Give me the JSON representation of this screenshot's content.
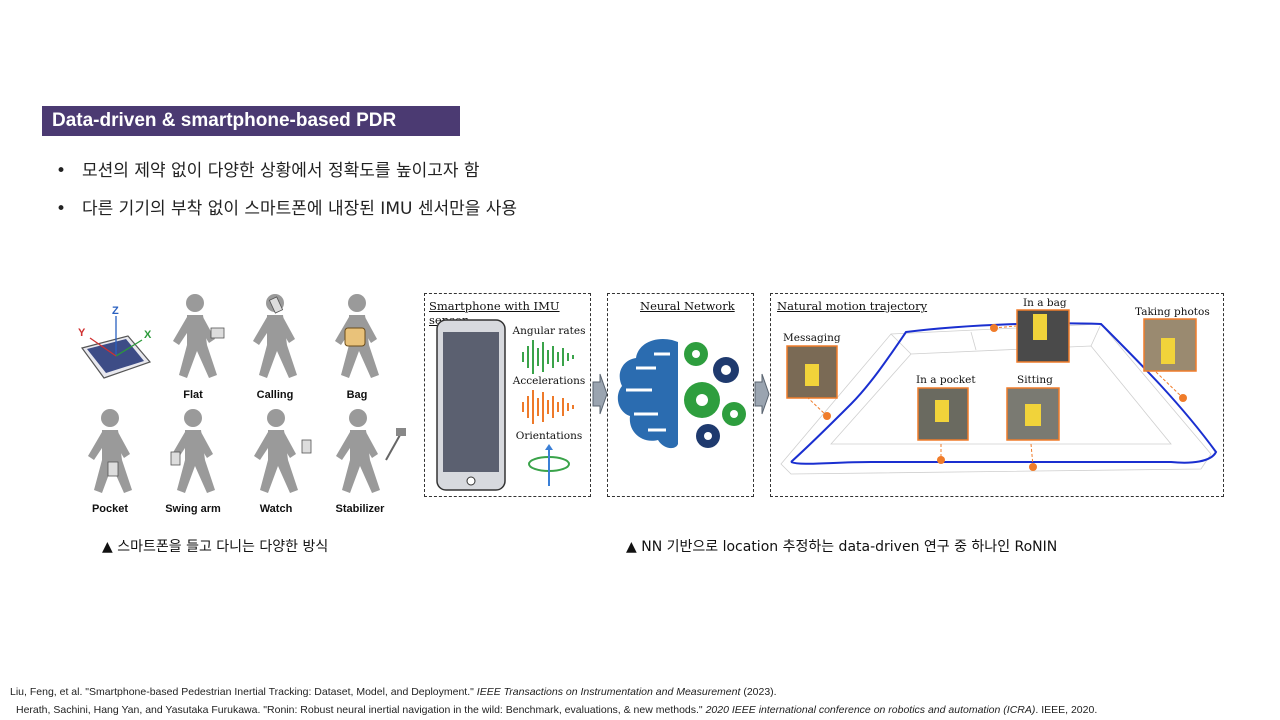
{
  "title": "Data-driven & smartphone-based PDR",
  "bullets": [
    "모션의 제약 없이 다양한 상황에서 정확도를 높이고자 함",
    "다른 기기의 부착 없이 스마트폰에 내장된 IMU 센서만을 사용"
  ],
  "left_figure": {
    "axes": {
      "x": "X",
      "y": "Y",
      "z": "Z"
    },
    "modes": [
      "Flat",
      "Calling",
      "Bag",
      "Pocket",
      "Swing arm",
      "Watch",
      "Stabilizer"
    ],
    "caption": "▲ 스마트폰을 들고 다니는 다양한 방식"
  },
  "right_figure": {
    "panel1_title": "Smartphone with IMU sensor",
    "signals": [
      "Angular rates",
      "Accelerations",
      "Orientations"
    ],
    "panel2_title": "Neural Network",
    "panel3_title": "Natural motion trajectory",
    "activities": [
      "Messaging",
      "In a bag",
      "Taking photos",
      "In a pocket",
      "Sitting"
    ],
    "caption": "▲ NN 기반으로 location 추정하는 data-driven 연구 중 하나인 RoNIN"
  },
  "colors": {
    "title_bg": "#4b3a72",
    "trajectory": "#1a2fd0",
    "marker": "#f07c2a",
    "brain": "#2b6cb0",
    "gear_green": "#2e9e3e",
    "gear_navy": "#1f3a6e"
  },
  "references": [
    {
      "authors": "Liu, Feng, et al. \"Smartphone-based Pedestrian Inertial Tracking: Dataset, Model, and Deployment.\"",
      "venue": "IEEE Transactions on Instrumentation and Measurement",
      "tail": "(2023)."
    },
    {
      "authors": "Herath, Sachini, Hang Yan, and Yasutaka Furukawa. \"Ronin: Robust neural inertial navigation in the wild: Benchmark, evaluations, & new methods.\"",
      "venue": "2020 IEEE international conference on robotics and automation (ICRA)",
      "tail": ". IEEE, 2020."
    }
  ]
}
